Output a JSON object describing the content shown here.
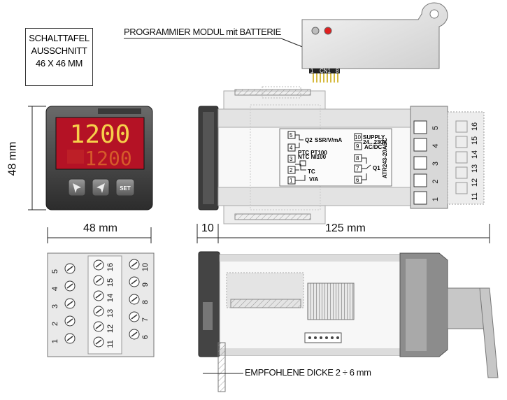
{
  "cutout": {
    "line1": "SCHALTTAFEL",
    "line2": "AUSSCHNITT",
    "line3": "46 X 46 MM"
  },
  "module_label": "PROGRAMMIER MODUL mit BATTERIE",
  "thickness_label": "EMPFOHLENE DICKE 2 ÷ 6 mm",
  "dimensions": {
    "height": "48 mm",
    "width": "48 mm",
    "front_depth": "10",
    "body_length": "125 mm"
  },
  "display": {
    "upper": "1200",
    "lower": "1200",
    "set_key": "SET"
  },
  "module_connector": {
    "cn": "CN1",
    "pin_first": "1",
    "pin_last": "8"
  },
  "side_terminals_right": [
    "5",
    "4",
    "3",
    "2",
    "1"
  ],
  "side_terminals_outer": [
    "16",
    "15",
    "14",
    "13",
    "12",
    "11"
  ],
  "rear_left": [
    "5",
    "4",
    "3",
    "2",
    "1"
  ],
  "rear_middle": [
    "16",
    "15",
    "14",
    "13",
    "12",
    "11"
  ],
  "rear_right": [
    "10",
    "9",
    "8",
    "7",
    "6"
  ],
  "schematic": {
    "n5": "5",
    "n4": "4",
    "n3": "3",
    "n2": "2",
    "n1": "1",
    "n10": "10",
    "n9": "9",
    "n8": "8",
    "n7": "7",
    "n6": "6",
    "q2": "Q2",
    "ssr": "SSR/V/mA",
    "ptc": "PTC PT100",
    "ntc": "NTC NI100",
    "tc": "TC",
    "va": "V/A",
    "supply": "SUPPLY",
    "supply_v": "24...230V",
    "acdc": "AC/DC",
    "q1": "Q1",
    "model": "ATR243-20ABC"
  },
  "colors": {
    "display_bg": "#c8102e",
    "digits": "#f6d04a",
    "bezel": "#2a2a2a",
    "gray_body": "#b4b4b4",
    "led_red": "#e02020"
  }
}
